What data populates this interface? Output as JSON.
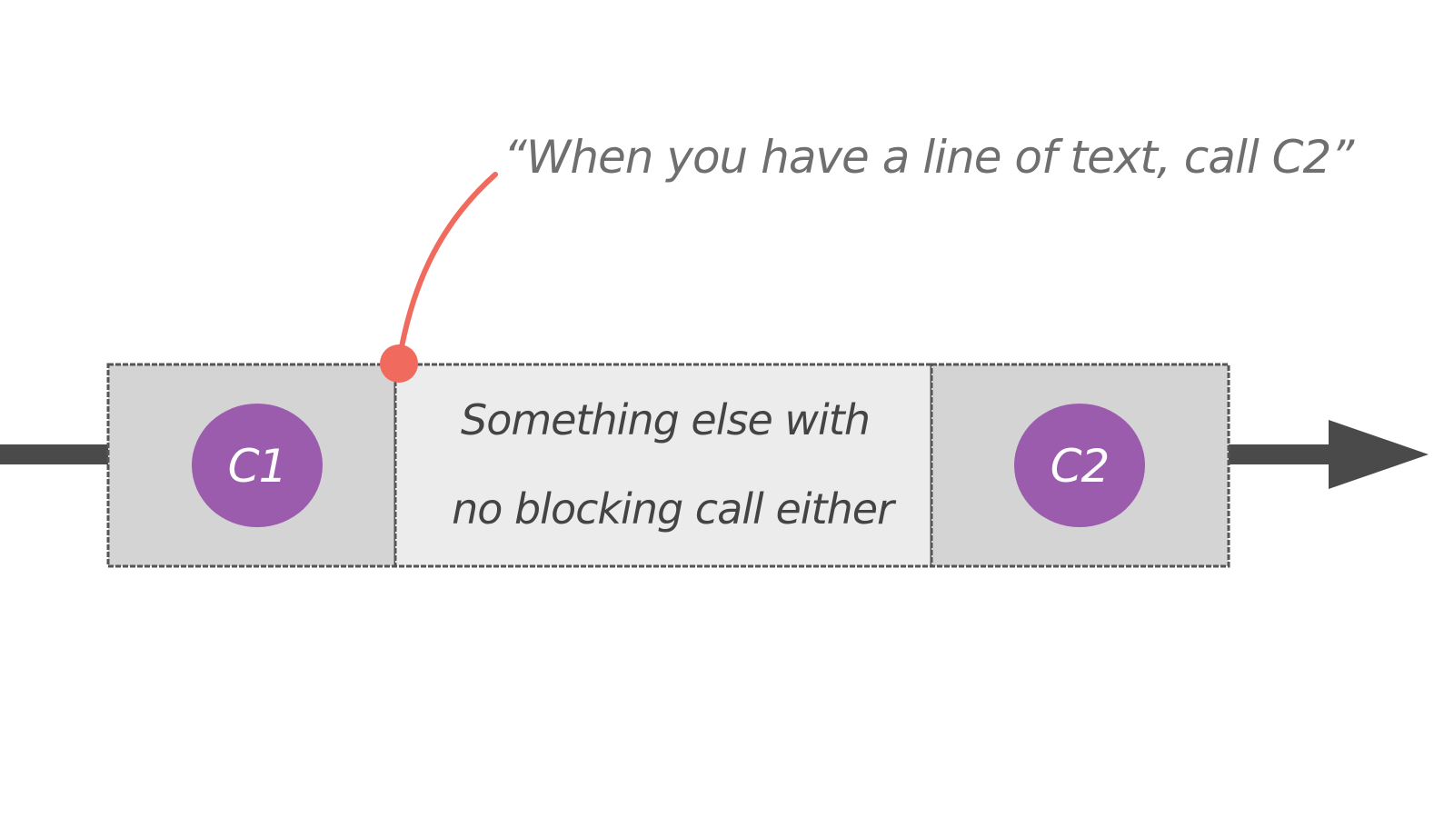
{
  "annotation": {
    "text": "“When you have a line of text, call C2”"
  },
  "timeline": {
    "segments": [
      {
        "kind": "coroutine",
        "label": "C1"
      },
      {
        "kind": "work",
        "lines": [
          "Something else with",
          "no blocking call either"
        ]
      },
      {
        "kind": "coroutine",
        "label": "C2"
      }
    ]
  },
  "colors": {
    "arrow": "#4a4a4a",
    "box_fill_dark": "#d4d4d4",
    "box_fill_light": "#ececec",
    "box_stroke": "#555555",
    "bubble": "#9b5cad",
    "callout": "#f06a5d",
    "annotation_text": "#6f6f6f"
  }
}
